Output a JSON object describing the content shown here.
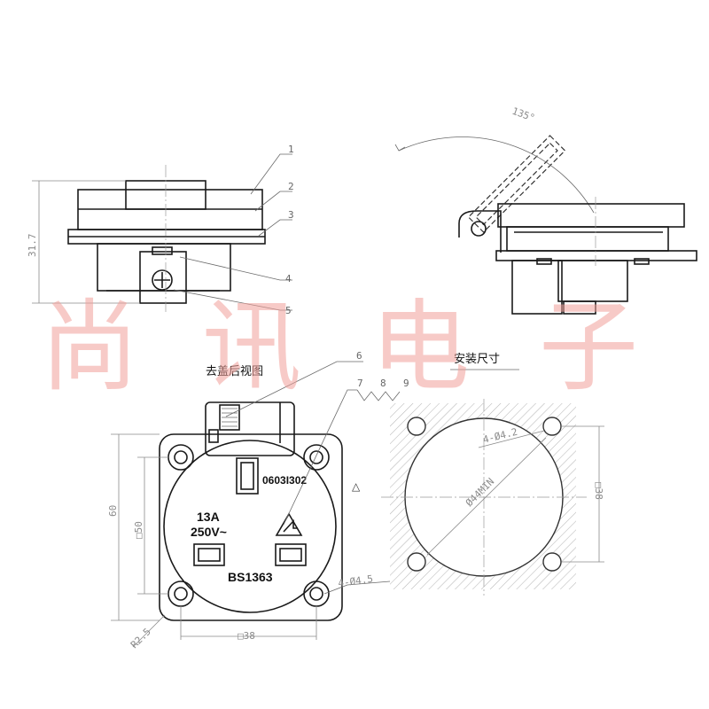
{
  "views": {
    "rear_view_label": "去盖后视图",
    "mounting_size_label": "安装尺寸"
  },
  "part_callouts": [
    "1",
    "2",
    "3",
    "4",
    "5",
    "6",
    "7",
    "8",
    "9"
  ],
  "dimensions": {
    "height_side": "31.7",
    "flip_angle": "135°",
    "face_height": "60",
    "face_inner": "□50",
    "face_width": "□38",
    "corner_radius": "R2.5",
    "face_holes": "4-Ø4.5",
    "cut_holes": "4-Ø4.2",
    "cut_circle": "Ø44MIN",
    "cut_square": "□38"
  },
  "socket_markings": {
    "code": "0603I302",
    "rating_current": "13A",
    "rating_voltage": "250V~",
    "standard": "BS1363"
  },
  "watermark": [
    "尚",
    "讯",
    "电",
    "子"
  ],
  "warning_symbol": "△"
}
